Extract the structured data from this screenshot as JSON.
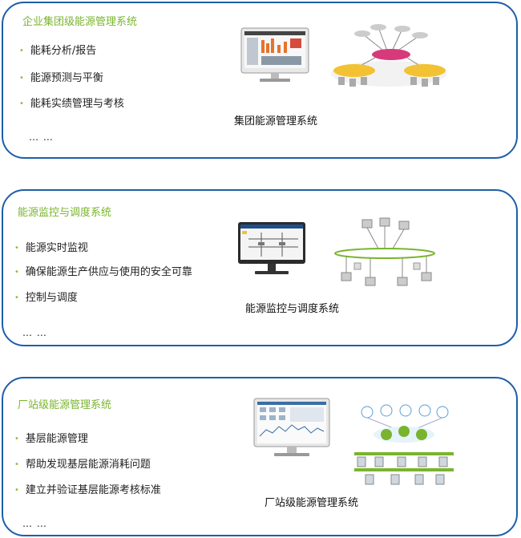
{
  "sections": [
    {
      "title": "企业集团级能源管理系统",
      "items": [
        "能耗分析/报告",
        "能源预测与平衡",
        "能耗实绩管理与考核"
      ],
      "ellipsis": "… …",
      "caption": "集团能源管理系统"
    },
    {
      "title": "能源监控与调度系统",
      "items": [
        "能源实时监视",
        "确保能源生产供应与使用的安全可靠",
        "控制与调度"
      ],
      "ellipsis": "… …",
      "caption": "能源监控与调度系统"
    },
    {
      "title": "厂站级能源管理系统",
      "items": [
        "基层能源管理",
        "帮助发现基层能源消耗问题",
        "建立并验证基层能源考核标准"
      ],
      "ellipsis": "… …",
      "caption": "厂站级能源管理系统"
    }
  ],
  "colors": {
    "border": "#1d5ea8",
    "title": "#7ab42e",
    "bullet": "#8cc03a"
  }
}
